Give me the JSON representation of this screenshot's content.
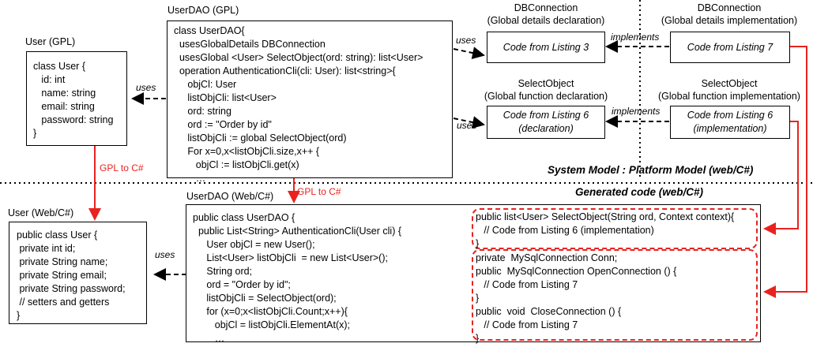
{
  "user_gpl": {
    "title": "User (GPL)",
    "code": "class User {\n   id: int\n   name: string\n   email: string\n   password: string\n}"
  },
  "userdao_gpl": {
    "title": "UserDAO (GPL)",
    "code": "class UserDAO{\n  usesGlobalDetails DBConnection\n  usesGlobal <User> SelectObject(ord: string): list<User>\n  operation AuthenticationCli(cli: User): list<string>{\n     objCl: User\n     listObjCli: list<User>\n     ord: string\n     ord := \"Order by id\"\n     listObjCli := global SelectObject(ord)\n     For x=0,x<listObjCli.size,x++ {\n        objCl := listObjCli.get(x)\n        …"
  },
  "dbconn_decl": {
    "title_line1": "DBConnection",
    "title_line2": "(Global details declaration)",
    "body": "Code from Listing 3"
  },
  "dbconn_impl": {
    "title_line1": "DBConnection",
    "title_line2": "(Global details implementation)",
    "body": "Code from Listing 7"
  },
  "select_decl": {
    "title_line1": "SelectObject",
    "title_line2": "(Global function declaration)",
    "body_line1": "Code from Listing 6",
    "body_line2": "(declaration)"
  },
  "select_impl": {
    "title_line1": "SelectObject",
    "title_line2": "(Global function implementation)",
    "body_line1": "Code from Listing 6",
    "body_line2": "(implementation)"
  },
  "labels": {
    "uses": "uses",
    "implements": "implements",
    "gpl_to_csharp": "GPL to C#",
    "system_model": "System Model",
    "separator": ":",
    "platform_model": "Platform Model (web/C#)",
    "generated_code": "Generated code (web/C#)"
  },
  "user_web": {
    "title": "User (Web/C#)",
    "code": "public class User {\n private int id;\n private String name;\n private String email;\n private String password;\n // setters and getters\n}"
  },
  "userdao_web": {
    "title": "UserDAO (Web/C#)",
    "code_left": "public class UserDAO {\n  public List<String> AuthenticationCli(User cli) {\n     User objCl = new User();\n     List<User> listObjCli  = new List<User>();\n     String ord;\n     ord = \"Order by id\";\n     listObjCli = SelectObject(ord);\n     for (x=0;x<listObjCli.Count;x++){\n        objCl = listObjCli.ElementAt(x);\n        …",
    "code_select": "public list<User> SelectObject(String ord, Context context){\n   // Code from Listing 6 (implementation)\n}",
    "code_conn": "private  MySqlConnection Conn;\npublic  MySqlConnection OpenConnection () {\n   // Code from Listing 7\n}\npublic  void  CloseConnection () {\n   // Code from Listing 7\n}"
  },
  "colors": {
    "red": "#e8231f",
    "black": "#000000"
  }
}
